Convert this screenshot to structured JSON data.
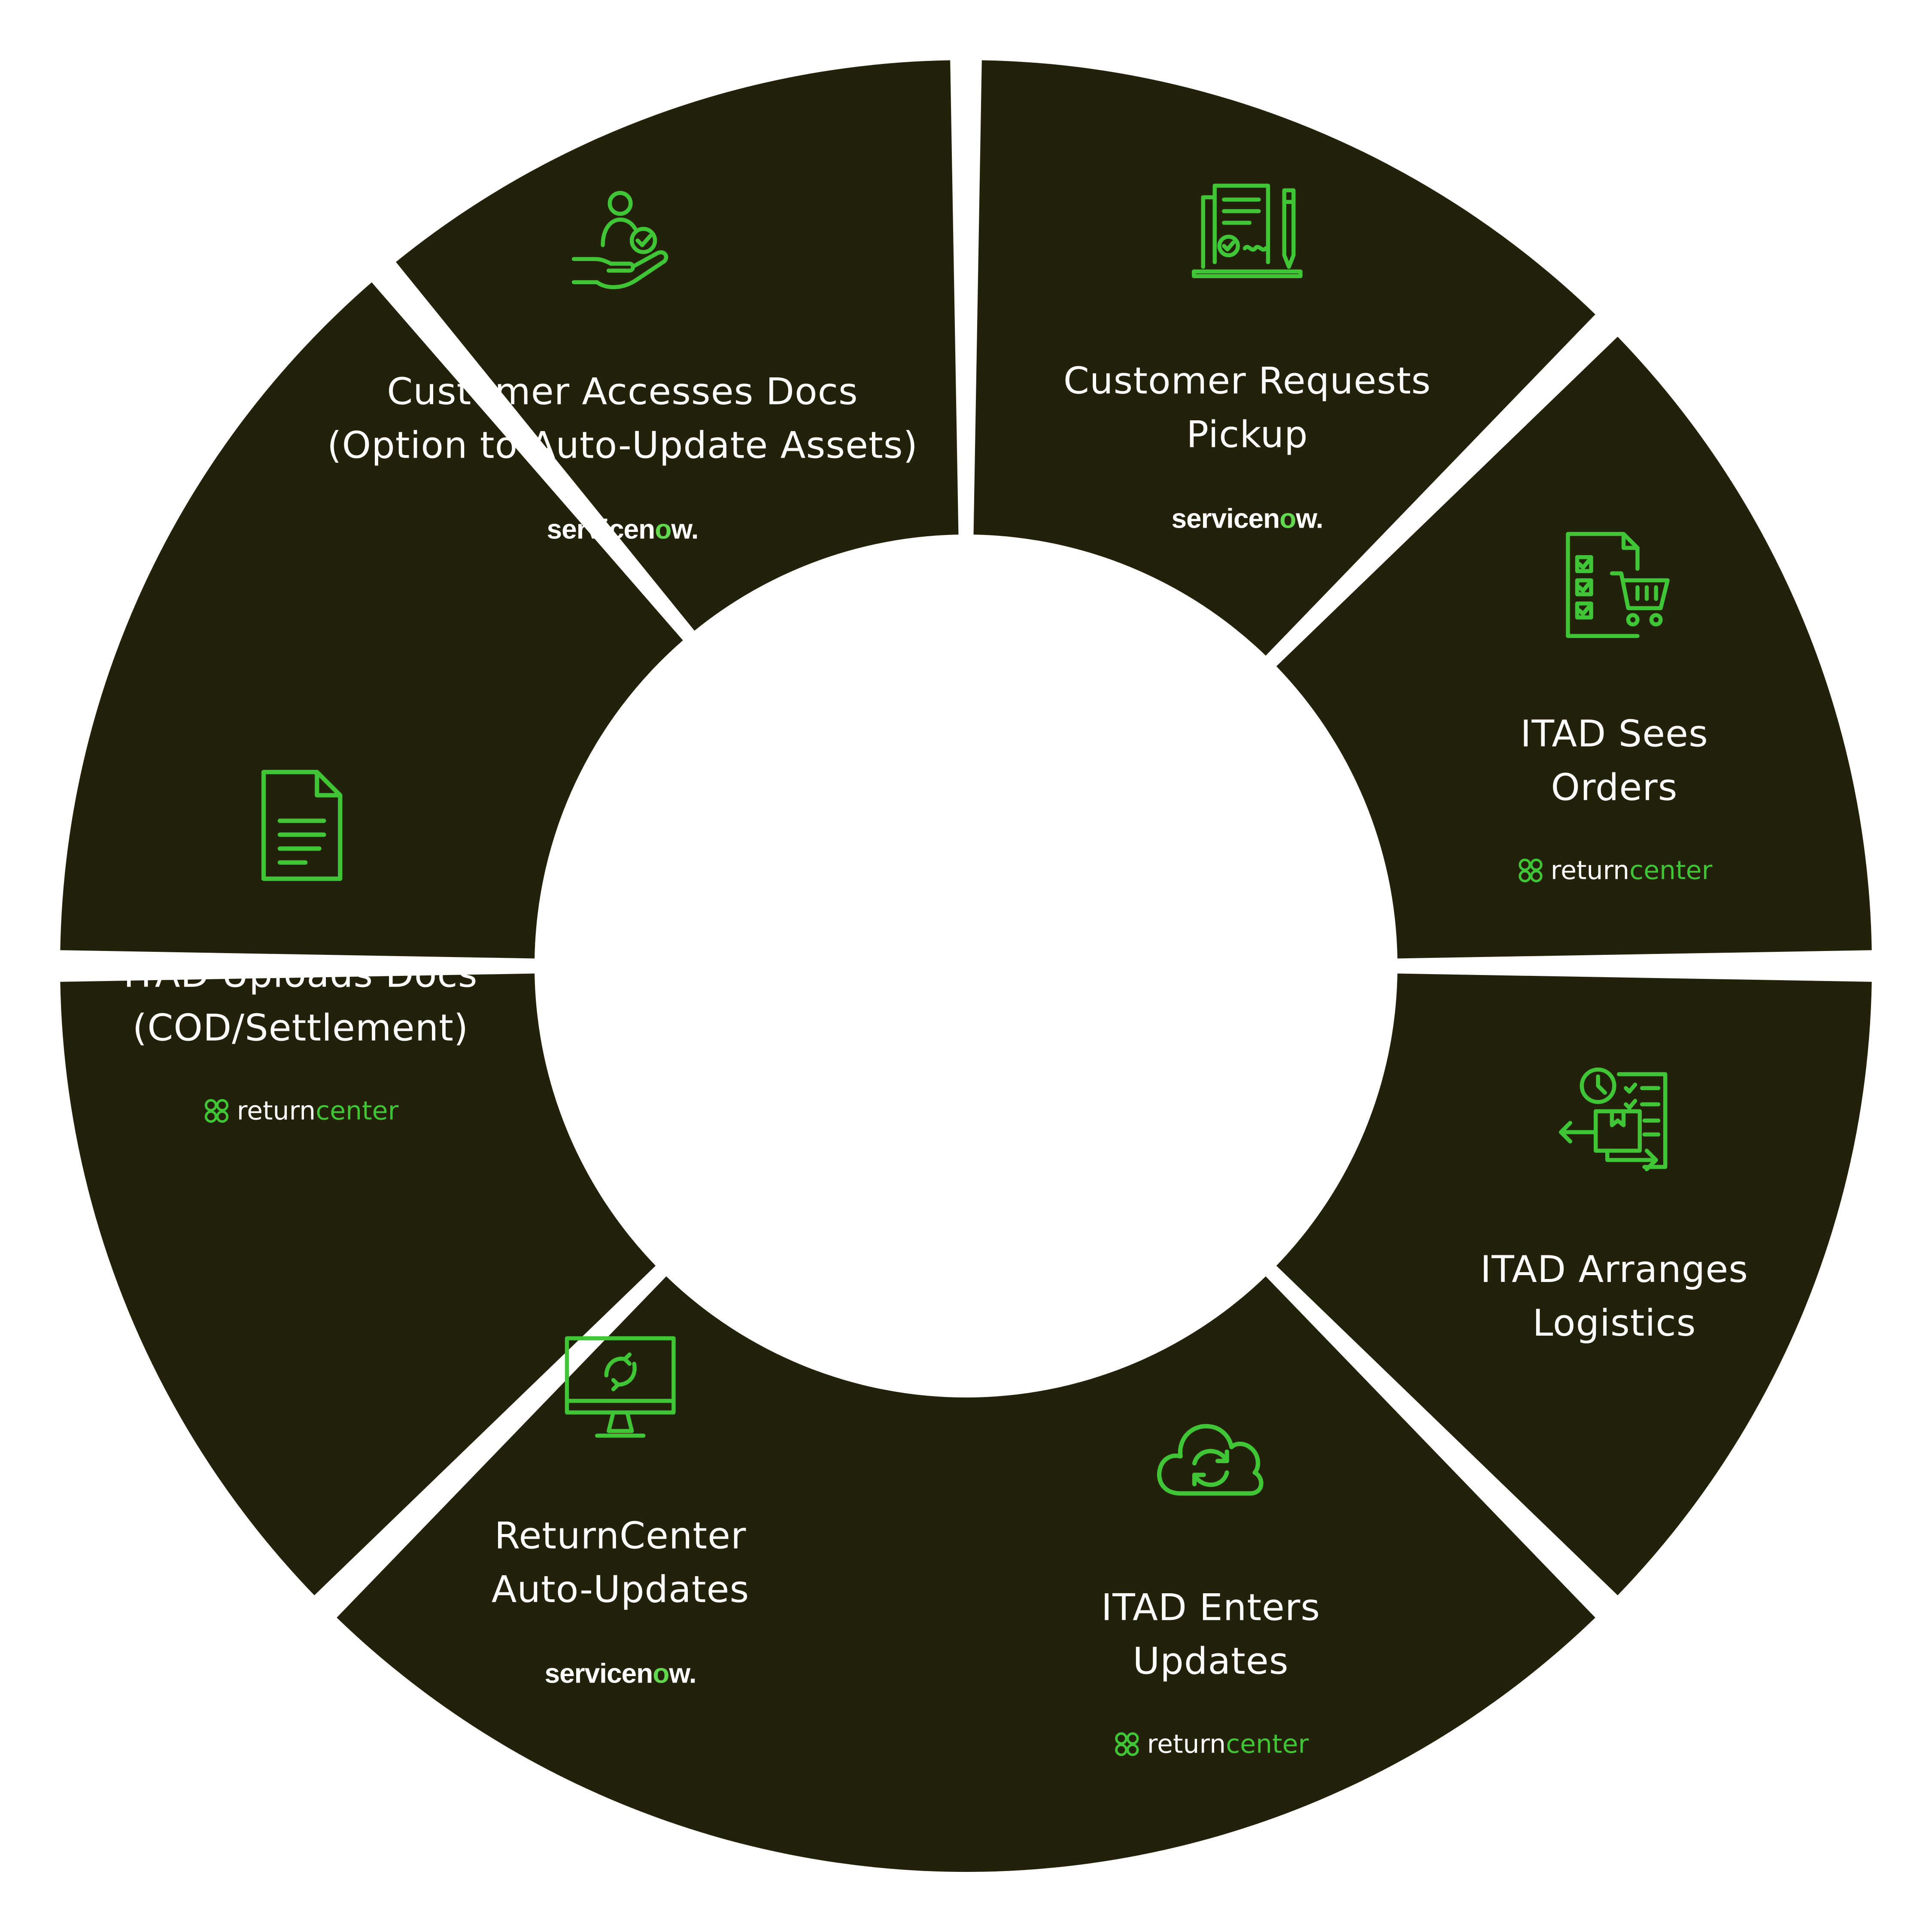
{
  "colors": {
    "segment_fill": "#24210a",
    "separator": "#ffffff",
    "accent_green": "#3fc536",
    "background": "#ffffff"
  },
  "steps": [
    {
      "title": "Customer Accesses Docs\n(Option to Auto-Update Assets)",
      "icon": "hand-holding-person-check-icon",
      "brand": "servicenow"
    },
    {
      "title": "Customer Requests\nPickup",
      "icon": "contract-signature-icon",
      "brand": "servicenow"
    },
    {
      "title": "ITAD Sees Orders",
      "icon": "checklist-cart-icon",
      "brand": "returncenter"
    },
    {
      "title": "ITAD Arranges\nLogistics",
      "icon": "logistics-box-icon",
      "brand": ""
    },
    {
      "title": "ITAD Enters\nUpdates",
      "icon": "cloud-sync-icon",
      "brand": "returncenter"
    },
    {
      "title": "ReturnCenter\nAuto-Updates",
      "icon": "monitor-sync-icon",
      "brand": "servicenow"
    },
    {
      "title": "ITAD Uploads Docs\n(COD/Settlement)",
      "icon": "document-icon",
      "brand": "returncenter"
    }
  ],
  "brands": {
    "servicenow": {
      "text_a": "servicen",
      "text_o": "o",
      "text_b": "w",
      "dot": "."
    },
    "returncenter": {
      "text_a": "return",
      "text_b": "center"
    }
  }
}
